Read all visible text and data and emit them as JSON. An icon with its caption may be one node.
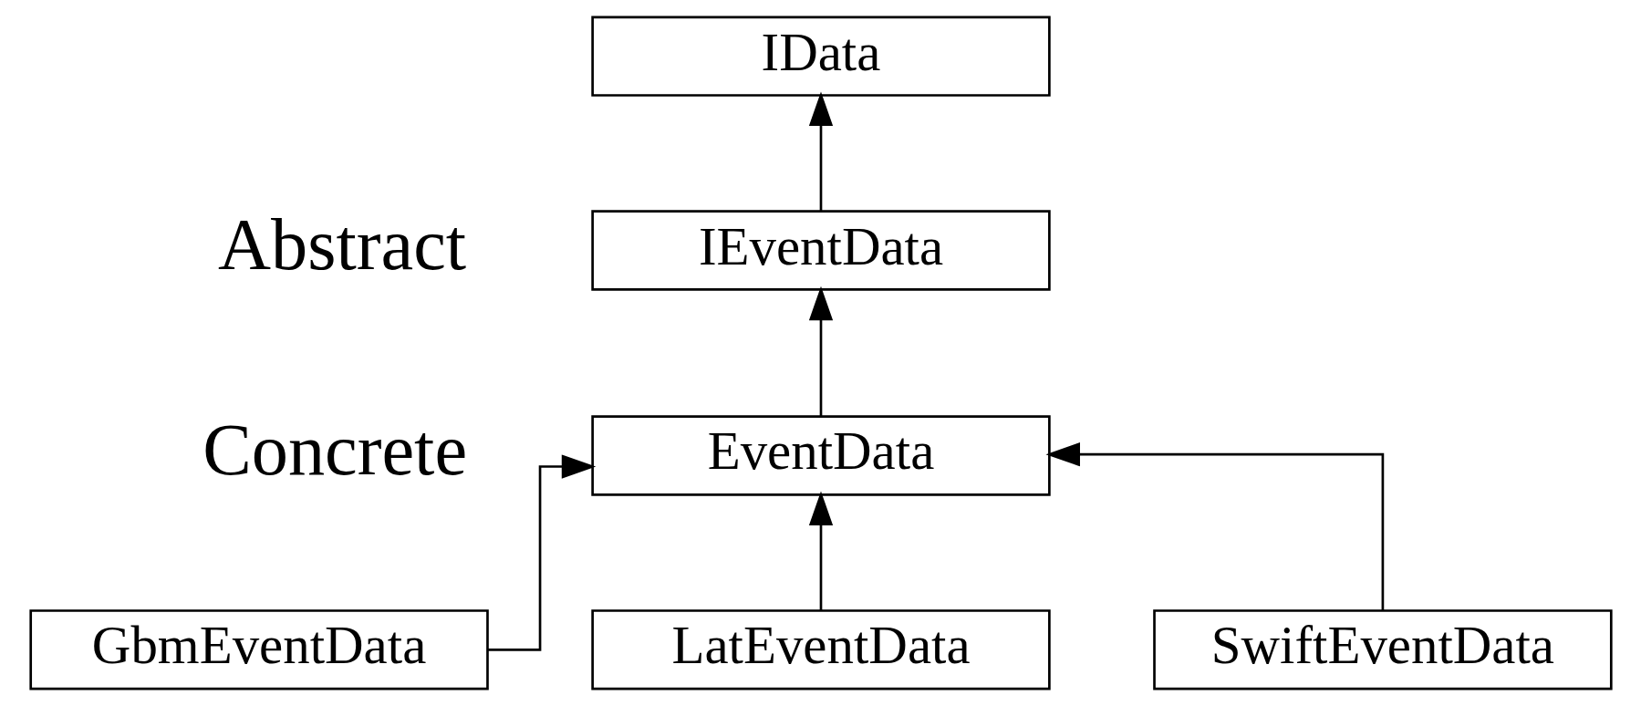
{
  "diagram": {
    "nodes": [
      {
        "text": [
          "IData"
        ]
      },
      {
        "text": [
          "IEventData"
        ]
      },
      {
        "text": [
          "EventData"
        ]
      },
      {
        "text": [
          "GbmEventData"
        ]
      },
      {
        "text": [
          "LatEventData"
        ]
      },
      {
        "text": [
          "SwiftEventData"
        ]
      }
    ],
    "edges": [
      {
        "from": 1,
        "to": 0,
        "arrow": "to"
      },
      {
        "from": 2,
        "to": 1,
        "arrow": "to"
      },
      {
        "from": 3,
        "to": 2,
        "arrow": "to"
      },
      {
        "from": 4,
        "to": 2,
        "arrow": "to"
      },
      {
        "from": 5,
        "to": 2,
        "arrow": "to"
      }
    ],
    "labels": [
      "Abstract",
      "Concrete"
    ]
  }
}
